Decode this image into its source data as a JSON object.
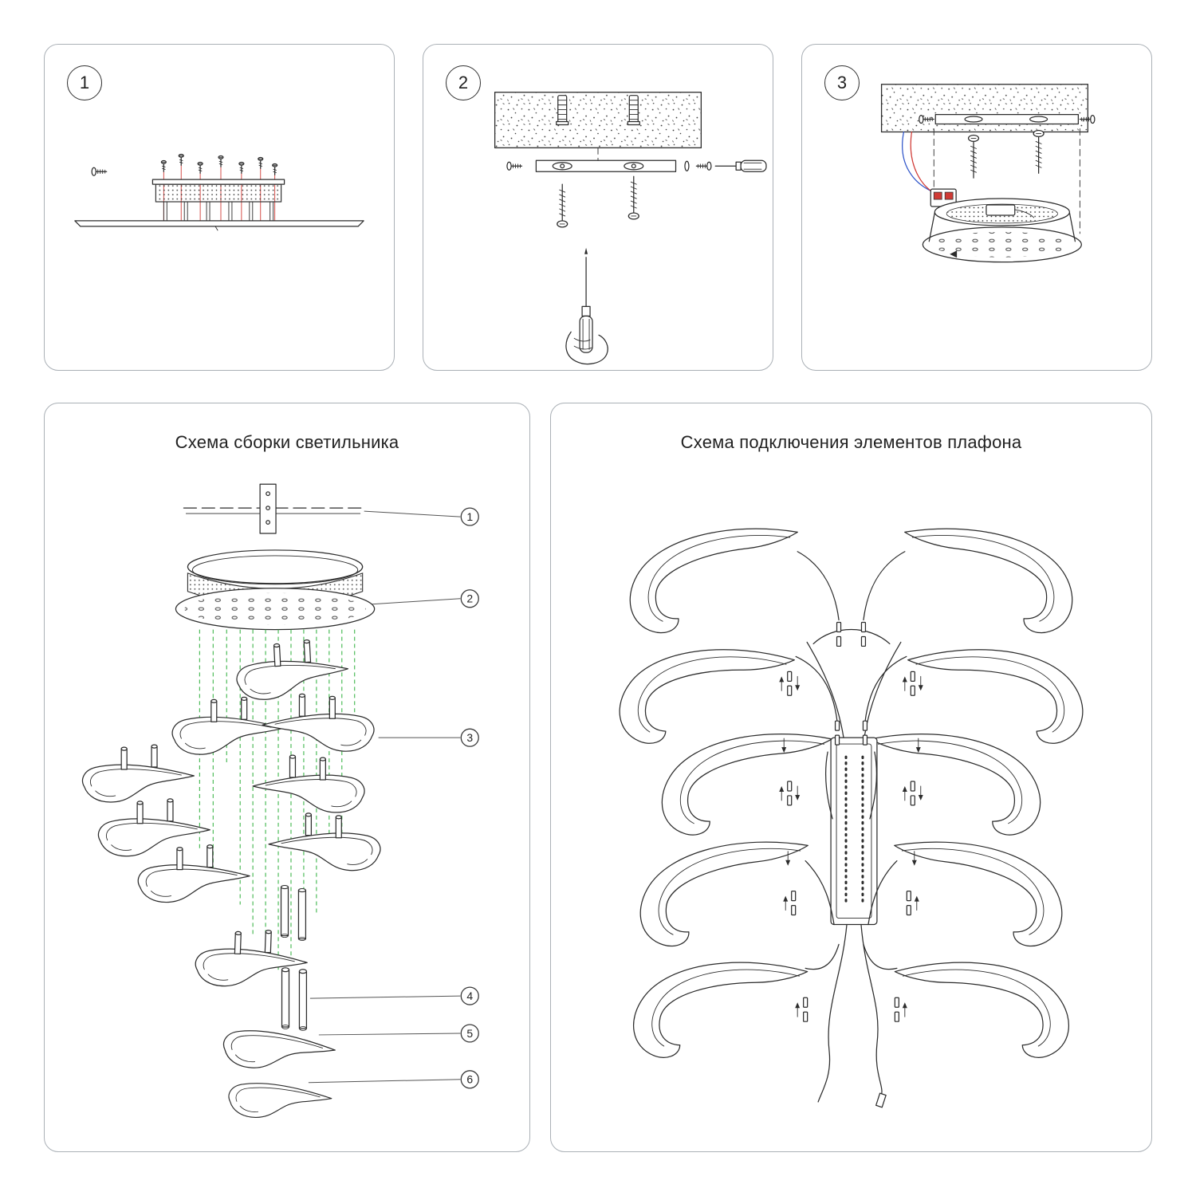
{
  "steps": [
    {
      "number": "1"
    },
    {
      "number": "2"
    },
    {
      "number": "3"
    }
  ],
  "assembly": {
    "title": "Схема сборки светильника",
    "callouts": [
      {
        "label": "1"
      },
      {
        "label": "2"
      },
      {
        "label": "3"
      },
      {
        "label": "4"
      },
      {
        "label": "5"
      },
      {
        "label": "6"
      }
    ]
  },
  "wiring": {
    "title": "Схема подключения элементов плафона"
  },
  "colors": {
    "red": "#d03a35",
    "blue": "#2f55c9",
    "green": "#3db54a",
    "line": "#2c2c2c",
    "panel_border": "#aab0b6"
  }
}
